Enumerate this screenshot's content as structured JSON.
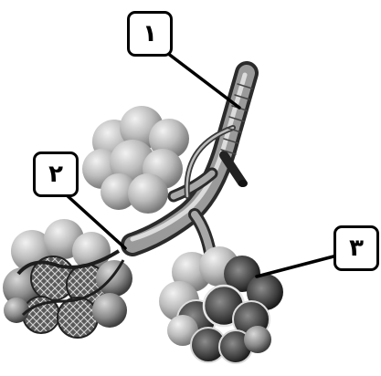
{
  "labels": [
    {
      "id": "1",
      "text": "١"
    },
    {
      "id": "2",
      "text": "٢"
    },
    {
      "id": "3",
      "text": "٣"
    }
  ]
}
